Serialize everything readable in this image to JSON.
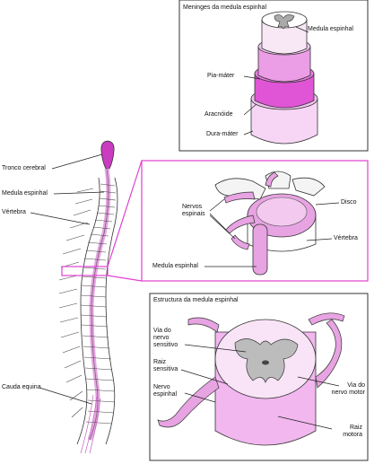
{
  "spine_labels": {
    "tronco": "Tronco cerebral",
    "medula": "Medula espinhal",
    "vertebra": "Vértebra",
    "cauda": "Cauda equina"
  },
  "meninges": {
    "title": "Meninges da medula espinhal",
    "medula": "Medula espinhal",
    "pia": "Pia-máter",
    "aracnoide": "Aracnóide",
    "dura": "Dura-máter"
  },
  "detail": {
    "nervos_line1": "Nervos",
    "nervos_line2": "espinais",
    "disco": "Disco",
    "vertebra": "Vértebra",
    "medula": "Medula espinhal"
  },
  "estrutura": {
    "title": "Estructura da medula espinhal",
    "via_sens_1": "Via do",
    "via_sens_2": "nervo",
    "via_sens_3": "sensitivo",
    "raiz_sens_1": "Raiz",
    "raiz_sens_2": "sensitiva",
    "nervo_1": "Nervo",
    "nervo_2": "espinhal",
    "via_motor_1": "Via do",
    "via_motor_2": "nervo motor",
    "raiz_motora_1": "Raiz",
    "raiz_motora_2": "motora"
  },
  "colors": {
    "magenta": "#e040d0",
    "pink": "#f0b8ee",
    "light_pink": "#f8dcf6",
    "purple": "#c070c8",
    "gray": "#bdbdbd"
  }
}
